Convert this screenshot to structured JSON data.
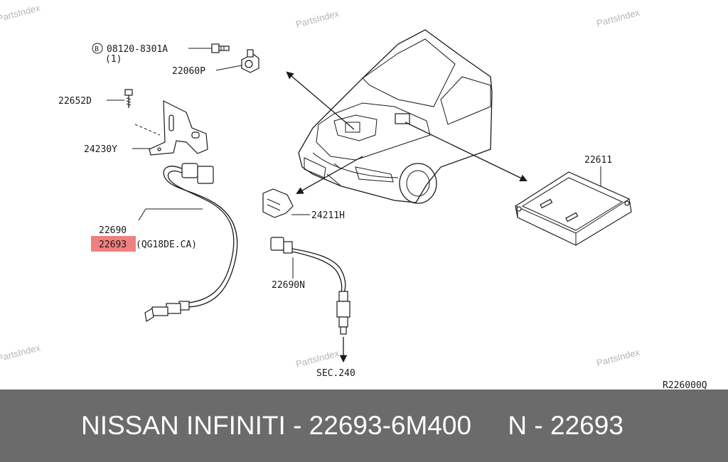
{
  "watermark": "PartsIndex",
  "labels": {
    "bolt_code": "08120-8301A",
    "bolt_qty": "(1)",
    "bolt_prefix": "B",
    "p22060p": "22060P",
    "p22652d": "22652D",
    "p24230y": "24230Y",
    "p22690": "22690",
    "p22693": "22693",
    "p22693_note": "(QG18DE.CA)",
    "p24211h": "24211H",
    "p22690n": "22690N",
    "sec240": "SEC.240",
    "p22611": "22611",
    "ref_code": "R226000Q"
  },
  "footer": {
    "text": "NISSAN INFINITI - 22693-6M400     N - 22693"
  },
  "colors": {
    "highlight": "#f08080",
    "footer_bg": "#6b6b6b"
  }
}
